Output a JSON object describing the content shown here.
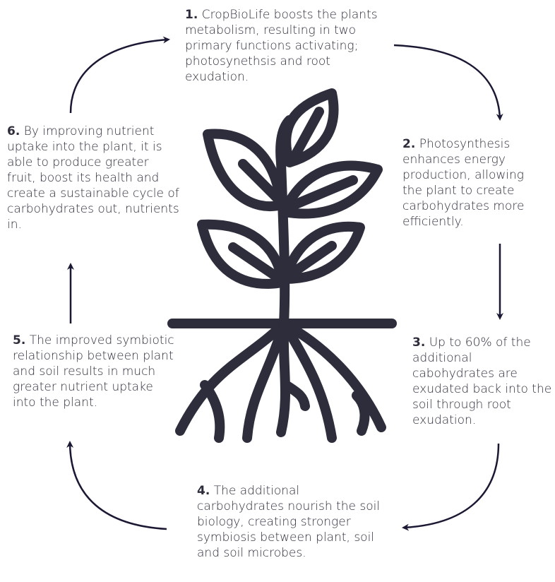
{
  "colors": {
    "ink": "#2e2d3c",
    "arrow": "#1a1833",
    "background": "#ffffff"
  },
  "steps": [
    {
      "number": "1.",
      "text": "CropBioLife boosts the plants metabolism, resulting in two primary functions activating; photosynethsis and root exudation."
    },
    {
      "number": "2.",
      "text": "Photosynthesis enhances energy production, allowing the plant to create carbohydrates more efficiently."
    },
    {
      "number": "3.",
      "text": "Up to 60% of the additional cabohydrates are exudated back into the soil through root exudation."
    },
    {
      "number": "4.",
      "text": "The additional carbohydrates nourish the soil biology, creating stronger symbiosis between plant, soil and soil microbes."
    },
    {
      "number": "5.",
      "text": "The improved symbiotic relationship between plant and soil results in much greater nutrient uptake into the plant."
    },
    {
      "number": "6.",
      "text": "By improving nutrient uptake into the plant, it is able to produce greater fruit, boost its health and create a sustainable cycle of carbohydrates out, nutrients in."
    }
  ],
  "icons": {
    "center": "plant-with-roots-icon",
    "connectors": "arrow-icon"
  }
}
